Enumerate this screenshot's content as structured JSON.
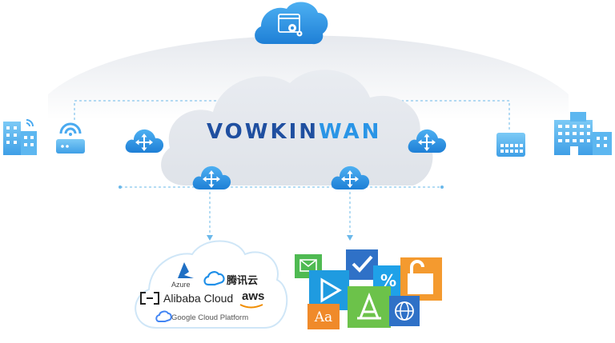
{
  "brand": {
    "part1": "VOWKIN",
    "part2": "WAN"
  },
  "providers": {
    "azure": "Azure",
    "tencent": "腾讯云",
    "alibaba": "Alibaba Cloud",
    "aws": "aws",
    "google": "Google Cloud Platform"
  },
  "icons": {
    "app_tiles": [
      "mail-icon",
      "check-icon",
      "percent-icon",
      "unlock-icon",
      "play-icon",
      "app-store-icon",
      "font-icon",
      "globe-icon"
    ],
    "endpoints": [
      "office-building-icon",
      "wifi-router-icon",
      "server-appliance-icon",
      "data-center-building-icon"
    ]
  },
  "colors": {
    "brand_dark": "#1f4fa0",
    "brand_light": "#2a95e6",
    "cloud_gray": "#e4e8ee",
    "node_blue": "#2b8fe0",
    "dashed_line": "#6ab8ea"
  }
}
